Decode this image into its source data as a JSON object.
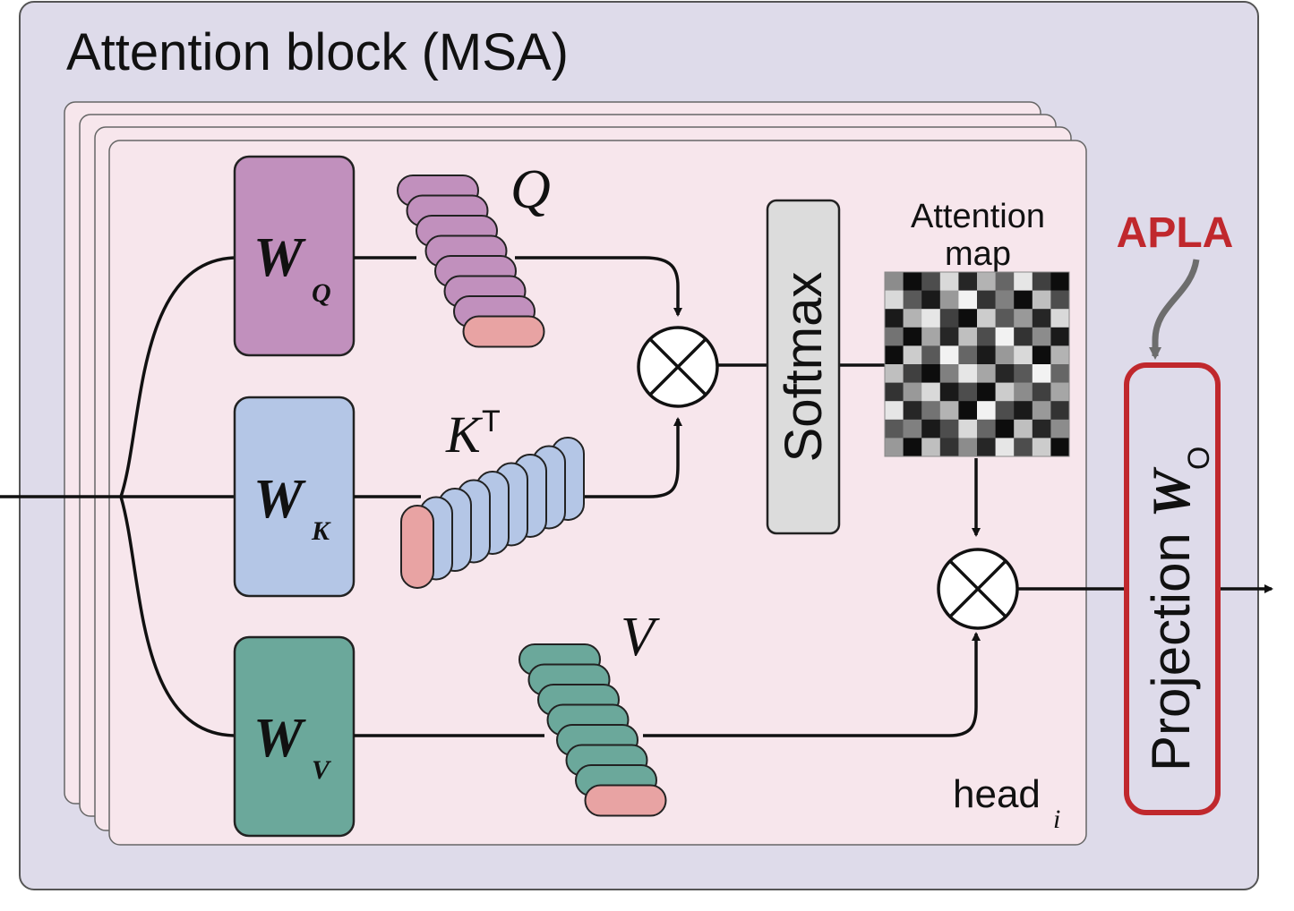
{
  "title": "Attention block (MSA)",
  "weights": {
    "wq": {
      "main": "W",
      "sub": "Q"
    },
    "wk": {
      "main": "W",
      "sub": "K"
    },
    "wv": {
      "main": "W",
      "sub": "V"
    }
  },
  "vectors": {
    "q": "Q",
    "k": "K",
    "k_sup": "T",
    "v": "V"
  },
  "softmax": "Softmax",
  "attention_map": {
    "line1": "Attention",
    "line2": "map",
    "cells": [
      [
        0.55,
        0.05,
        0.3,
        0.85,
        0.15,
        0.7,
        0.4,
        0.9,
        0.25,
        0.05
      ],
      [
        0.85,
        0.35,
        0.1,
        0.6,
        0.95,
        0.2,
        0.5,
        0.05,
        0.75,
        0.3
      ],
      [
        0.1,
        0.7,
        0.9,
        0.25,
        0.05,
        0.8,
        0.35,
        0.6,
        0.15,
        0.85
      ],
      [
        0.45,
        0.05,
        0.65,
        0.15,
        0.75,
        0.3,
        0.95,
        0.2,
        0.55,
        0.1
      ],
      [
        0.05,
        0.8,
        0.35,
        0.95,
        0.4,
        0.1,
        0.6,
        0.85,
        0.05,
        0.7
      ],
      [
        0.75,
        0.25,
        0.05,
        0.5,
        0.9,
        0.65,
        0.15,
        0.35,
        0.95,
        0.4
      ],
      [
        0.2,
        0.6,
        0.85,
        0.1,
        0.3,
        0.05,
        0.8,
        0.55,
        0.25,
        0.65
      ],
      [
        0.9,
        0.15,
        0.45,
        0.7,
        0.05,
        0.95,
        0.3,
        0.1,
        0.6,
        0.2
      ],
      [
        0.35,
        0.5,
        0.1,
        0.3,
        0.85,
        0.4,
        0.05,
        0.75,
        0.15,
        0.55
      ],
      [
        0.6,
        0.05,
        0.75,
        0.2,
        0.55,
        0.15,
        0.9,
        0.3,
        0.8,
        0.05
      ]
    ]
  },
  "head": {
    "label": "head",
    "sub": "i"
  },
  "projection": {
    "main": "Projection ",
    "w": "W",
    "sub": "O"
  },
  "apla": "APLA",
  "colors": {
    "outer_bg": "#dedbea",
    "head_bg": "#f7e6ec",
    "wq": "#c190bd",
    "wk": "#b4c6e6",
    "wv": "#6ba89b",
    "softmax": "#dcdcdc",
    "apla": "#c0282d",
    "token_highlight": "#e8a3a3"
  }
}
